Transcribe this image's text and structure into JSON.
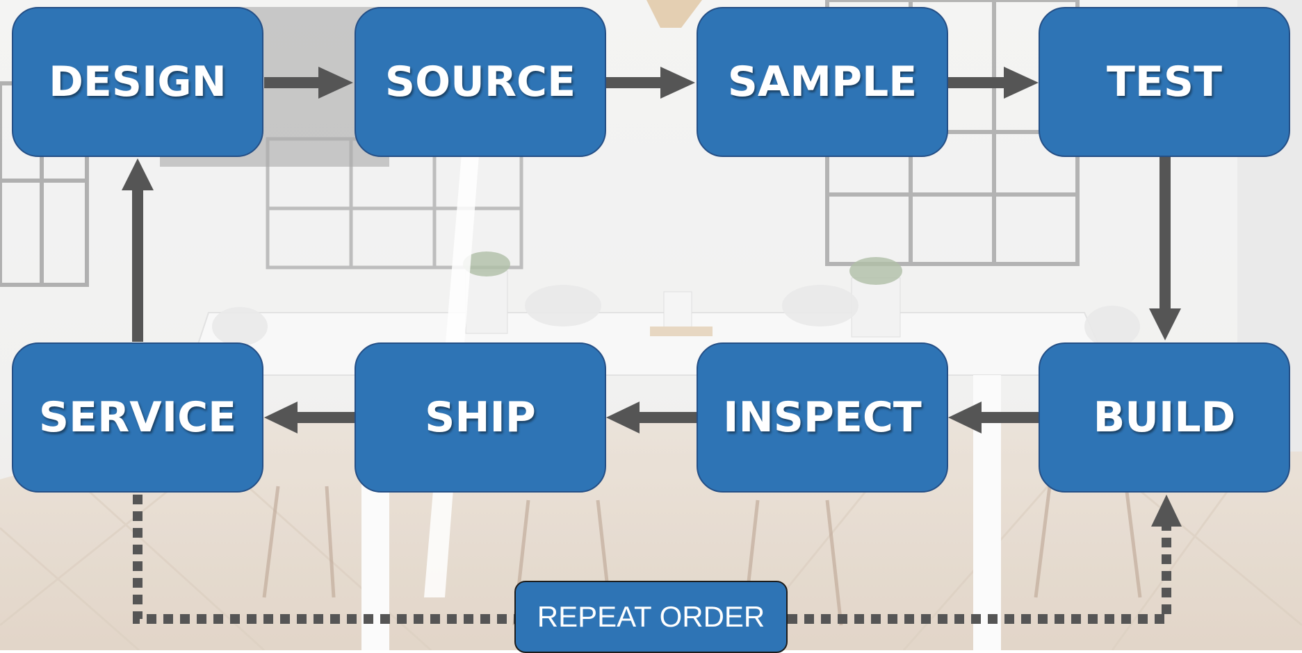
{
  "colors": {
    "box_fill": "#2e74b5",
    "box_border": "#244f86",
    "arrow": "#555555",
    "text": "#ffffff"
  },
  "steps": {
    "design": "DESIGN",
    "source": "SOURCE",
    "sample": "SAMPLE",
    "test": "TEST",
    "service": "SERVICE",
    "ship": "SHIP",
    "inspect": "INSPECT",
    "build": "BUILD"
  },
  "repeat_order": "REPEAT ORDER",
  "background": "faded-office-dining-room-photo"
}
